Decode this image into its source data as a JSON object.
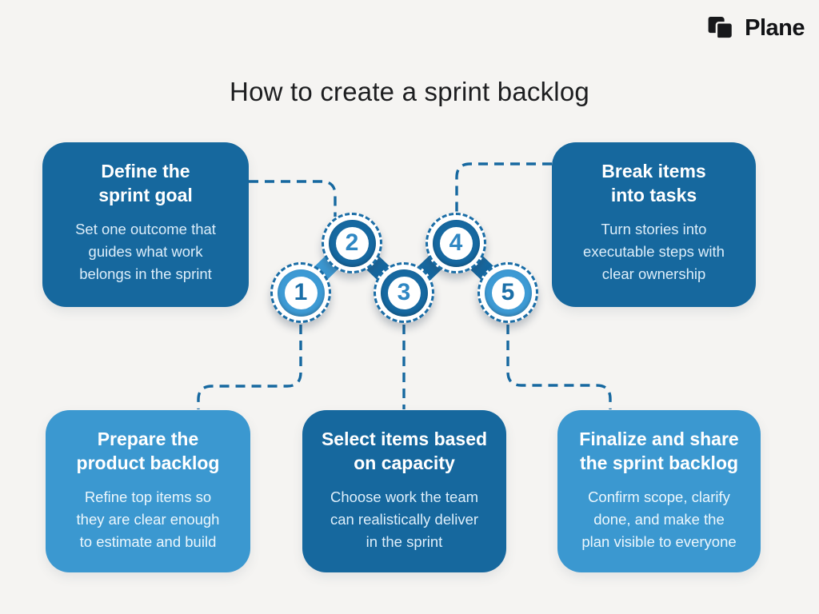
{
  "logo": {
    "text": "Plane"
  },
  "title": "How to create a sprint backlog",
  "colors": {
    "background": "#f5f4f2",
    "dark_blue": "#16689e",
    "light_blue": "#3b98d0",
    "connector_blue": "#1668a0",
    "number_dark": "#1b6fa8",
    "number_light": "#2f87c3"
  },
  "diagram": {
    "steps": [
      {
        "number": "1",
        "tone": "light"
      },
      {
        "number": "2",
        "tone": "dark"
      },
      {
        "number": "3",
        "tone": "dark"
      },
      {
        "number": "4",
        "tone": "dark"
      },
      {
        "number": "5",
        "tone": "light"
      }
    ]
  },
  "cards": [
    {
      "id": "define-sprint-goal",
      "position": "top-left",
      "tone": "dark",
      "heading": "Define the\nsprint goal",
      "body": "Set one outcome that\nguides what work\nbelongs in the sprint"
    },
    {
      "id": "break-items-into-tasks",
      "position": "top-right",
      "tone": "dark",
      "heading": "Break items\ninto tasks",
      "body": "Turn stories into\nexecutable steps with\nclear ownership"
    },
    {
      "id": "prepare-product-backlog",
      "position": "bottom-left",
      "tone": "light",
      "heading": "Prepare the\nproduct backlog",
      "body": "Refine top items so\nthey are clear enough\nto estimate and build"
    },
    {
      "id": "select-items-based-on-capacity",
      "position": "bottom-middle",
      "tone": "dark",
      "heading": "Select items based\non capacity",
      "body": "Choose work the team\ncan realistically deliver\nin the sprint"
    },
    {
      "id": "finalize-and-share-sprint-backlog",
      "position": "bottom-right",
      "tone": "light",
      "heading": "Finalize and share\nthe sprint backlog",
      "body": "Confirm scope, clarify\ndone, and make the\nplan visible to everyone"
    }
  ]
}
